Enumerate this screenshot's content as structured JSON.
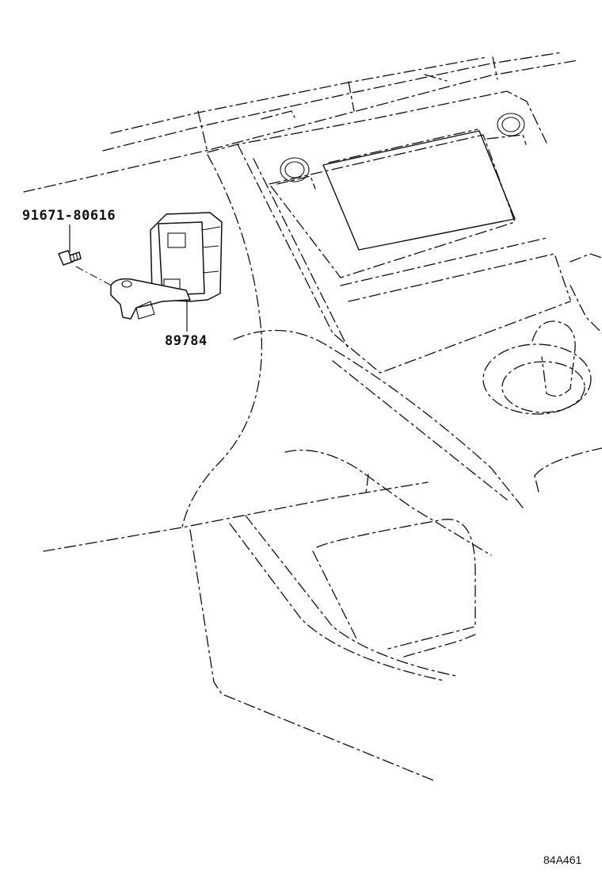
{
  "parts": [
    {
      "number": "91671-80616",
      "name_icon": "flange-bolt-icon"
    },
    {
      "number": "89784",
      "name_icon": "bracket-icon"
    }
  ],
  "illustration_code": "84A461"
}
